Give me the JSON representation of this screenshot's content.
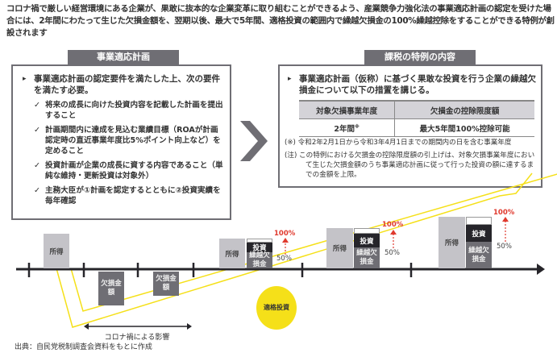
{
  "intro": "コロナ禍で厳しい経営環境にある企業が、果敢に抜本的な企業変革に取り組むことができるよう、産業競争力強化法の事業適応計画の認定を受けた場合には、2年間にわたって生じた欠損金額を、翌期以後、最大で5年間、適格投資の範囲内で繰越欠損金の100%繰越控除をすることができる特例が創設されます",
  "left": {
    "title": "事業適応計画",
    "lead": "事業適応計画の認定要件を満たした上、次の要件を満たす必要。",
    "items": [
      "将来の成長に向けた投資内容を記載した計画を提出すること",
      "計画期間内に達成を見込む業績目標（ROAが計画認定時の直近事業年度比5%ポイント向上など）を定めること",
      "投資計画が企業の成長に資する内容であること（単純な維持・更新投資は対象外）",
      "主務大臣が①計画を認定するとともに②投資実績を毎年確認"
    ]
  },
  "right": {
    "title": "課税の特例の内容",
    "lead": "事業適応計画（仮称）に基づく果敢な投資を行う企業の繰越欠損金について以下の措置を講じる。",
    "table": {
      "headers": [
        "対象欠損事業年度",
        "欠損金の控除限度額"
      ],
      "row": [
        "2年間",
        "最大5年間100%控除可能"
      ],
      "mark": "※"
    },
    "notes": [
      "(※) 令和2年2月1日から令和3年4月1日までの期間内の日を含む事業年度",
      "(注) この特例における欠損金の控除限度額の引上げは、対象欠損事業年度において生じた欠損金額のうち事業適応計画に従って行った投資の額に達するまでの金額を上限。"
    ]
  },
  "timeline": {
    "income": "所得",
    "loss": "欠損金額",
    "invest": "投資",
    "carry": "繰越欠損金",
    "p100": "100%",
    "p50": "50%",
    "qualified": "適格投資",
    "covid": "コロナ禍による影響"
  },
  "source": "出典：自民党税制調査会資料をもとに作成",
  "colors": {
    "accent": "#f5e019",
    "red": "#e03a2e",
    "gray": "#6f6e74"
  }
}
